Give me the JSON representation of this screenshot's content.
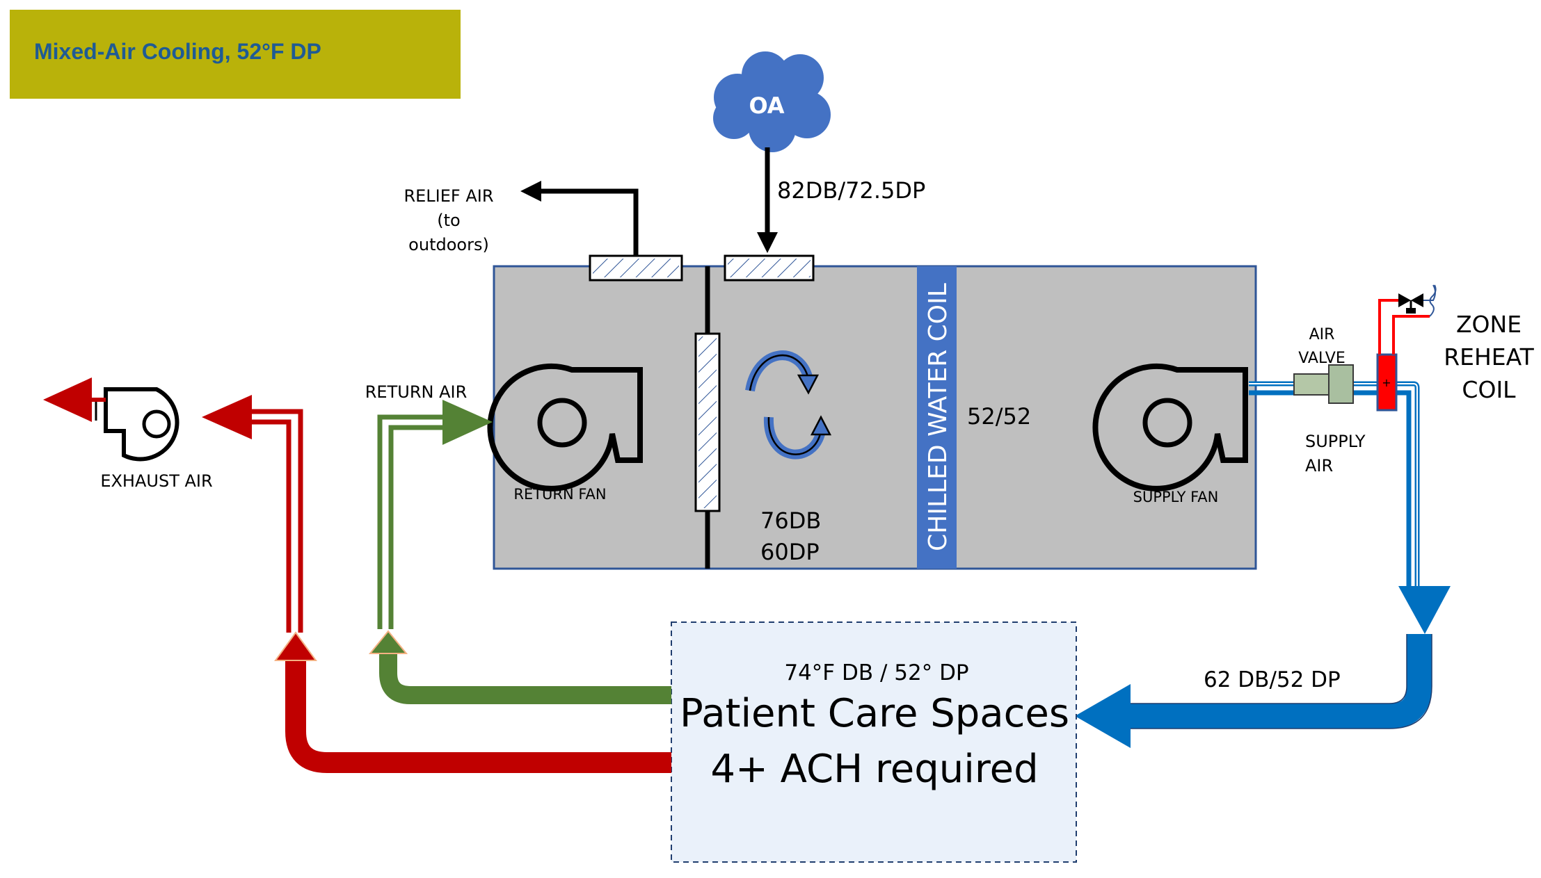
{
  "title": "Mixed-Air Cooling, 52°F DP",
  "colors": {
    "title_bg": "#b9b20a",
    "title_text": "#1f5b94",
    "ahu_fill": "#bfbfbf",
    "ahu_border": "#2f5597",
    "coil_fill": "#4472c4",
    "oa_cloud": "#4472c4",
    "exhaust_red": "#c00000",
    "return_green": "#548235",
    "supply_blue": "#0070c0",
    "space_fill": "#eaf1fa",
    "reheat_red": "#ff0000"
  },
  "labels": {
    "oa": "OA",
    "oa_conditions": "82DB/72.5DP",
    "relief_air": [
      "RELIEF AIR",
      "(to",
      "outdoors)"
    ],
    "return_air": "RETURN AIR",
    "exhaust_air": "EXHAUST AIR",
    "return_fan": "RETURN FAN",
    "mixed_conditions": [
      "76DB",
      "60DP"
    ],
    "coil": "CHILLED WATER COIL",
    "leaving_coil": "52/52",
    "supply_fan": "SUPPLY FAN",
    "air_valve": [
      "AIR",
      "VALVE"
    ],
    "supply_air": [
      "SUPPLY",
      "AIR"
    ],
    "zone_reheat": [
      "ZONE",
      "REHEAT",
      "COIL"
    ],
    "reheat_symbol": "+",
    "supply_conditions": "62 DB/52 DP",
    "space_conditions": "74°F DB /  52° DP",
    "space_name": "Patient Care Spaces",
    "space_requirement": "4+ ACH required"
  }
}
